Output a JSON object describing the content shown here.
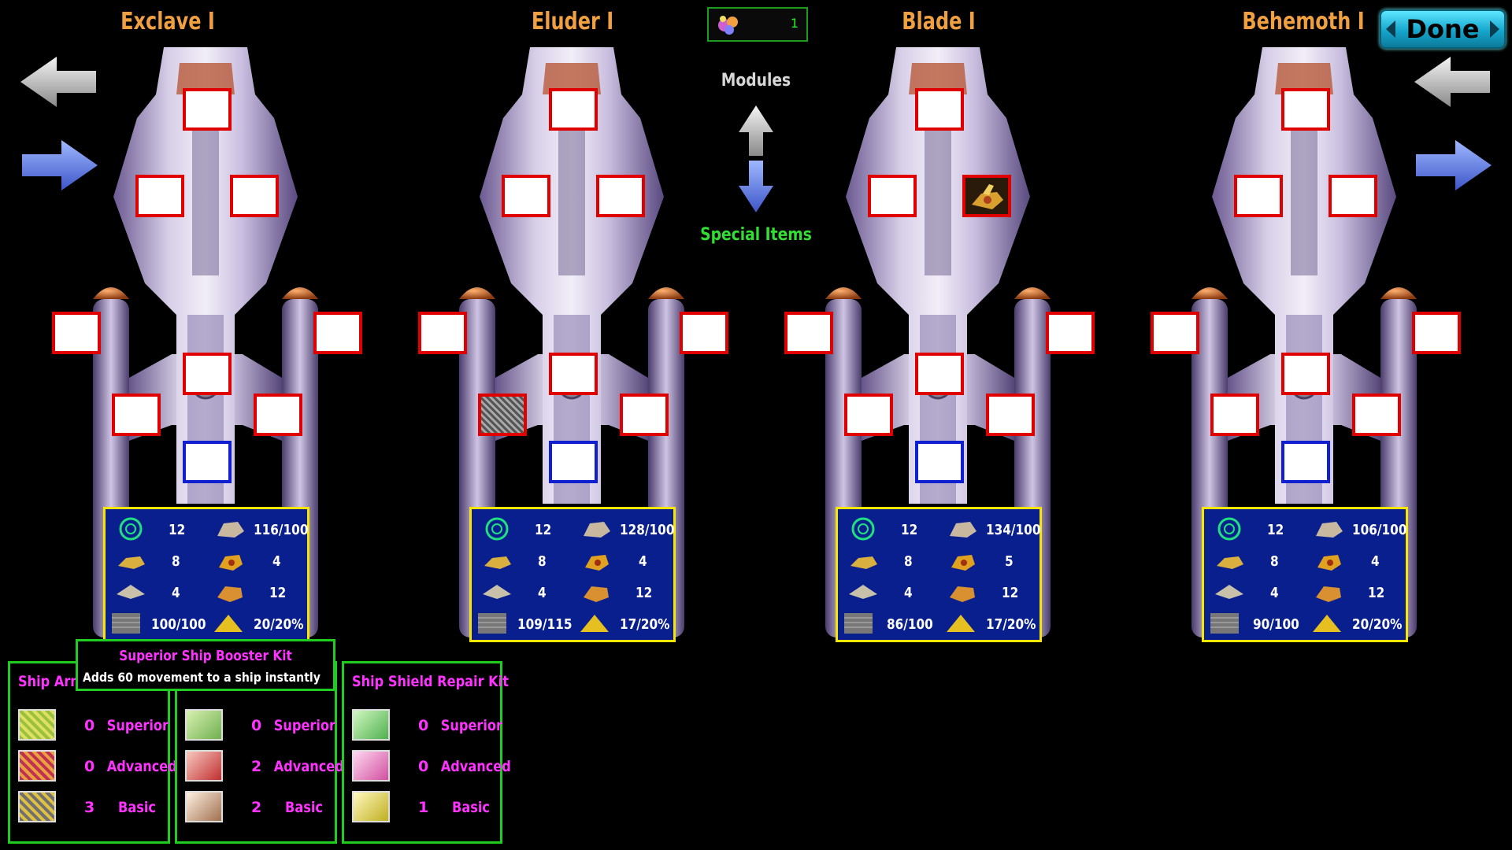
{
  "header": {
    "done_label": "Done",
    "currency_count": "1"
  },
  "category_toggle": {
    "top_label": "Modules",
    "bottom_label": "Special Items"
  },
  "ships": [
    {
      "name": "Exclave I",
      "stats": {
        "speed": "12",
        "hull": "116/100",
        "attack": "8",
        "defense": "4",
        "fighters": "4",
        "cargo": "12",
        "shield": "100/100",
        "bonus": "20/20%"
      }
    },
    {
      "name": "Eluder I",
      "stats": {
        "speed": "12",
        "hull": "128/100",
        "attack": "8",
        "defense": "4",
        "fighters": "4",
        "cargo": "12",
        "shield": "109/115",
        "bonus": "17/20%"
      }
    },
    {
      "name": "Blade I",
      "stats": {
        "speed": "12",
        "hull": "134/100",
        "attack": "8",
        "defense": "5",
        "fighters": "4",
        "cargo": "12",
        "shield": "86/100",
        "bonus": "17/20%"
      }
    },
    {
      "name": "Behemoth I",
      "stats": {
        "speed": "12",
        "hull": "106/100",
        "attack": "8",
        "defense": "4",
        "fighters": "4",
        "cargo": "12",
        "shield": "90/100",
        "bonus": "20/20%"
      }
    }
  ],
  "tooltip": {
    "title": "Superior Ship Booster Kit",
    "description": "Adds 60 movement to a ship instantly"
  },
  "kits": [
    {
      "title": "Ship Arm",
      "rows": [
        {
          "count": "0",
          "tier": "Superior"
        },
        {
          "count": "0",
          "tier": "Advanced"
        },
        {
          "count": "3",
          "tier": "Basic"
        }
      ]
    },
    {
      "title": "",
      "rows": [
        {
          "count": "0",
          "tier": "Superior"
        },
        {
          "count": "2",
          "tier": "Advanced"
        },
        {
          "count": "2",
          "tier": "Basic"
        }
      ]
    },
    {
      "title": "Ship Shield Repair Kit",
      "rows": [
        {
          "count": "0",
          "tier": "Superior"
        },
        {
          "count": "0",
          "tier": "Advanced"
        },
        {
          "count": "1",
          "tier": "Basic"
        }
      ]
    }
  ],
  "colors": {
    "title_orange": "#f0a040",
    "slot_red": "#e00000",
    "slot_blue": "#1020d0",
    "stats_bg": "#0a1f8e",
    "stats_border": "#f6e600",
    "kit_border": "#1fcc1f",
    "kit_text": "#ff33ff",
    "special_green": "#33dd33"
  },
  "icons": {
    "speed": "radar-icon",
    "hull": "hull-icon",
    "attack": "cannon-icon",
    "defense": "turret-icon",
    "fighters": "fighter-icon",
    "cargo": "cargo-icon",
    "shield": "shield-plate-icon",
    "bonus": "gold-pile-icon"
  }
}
